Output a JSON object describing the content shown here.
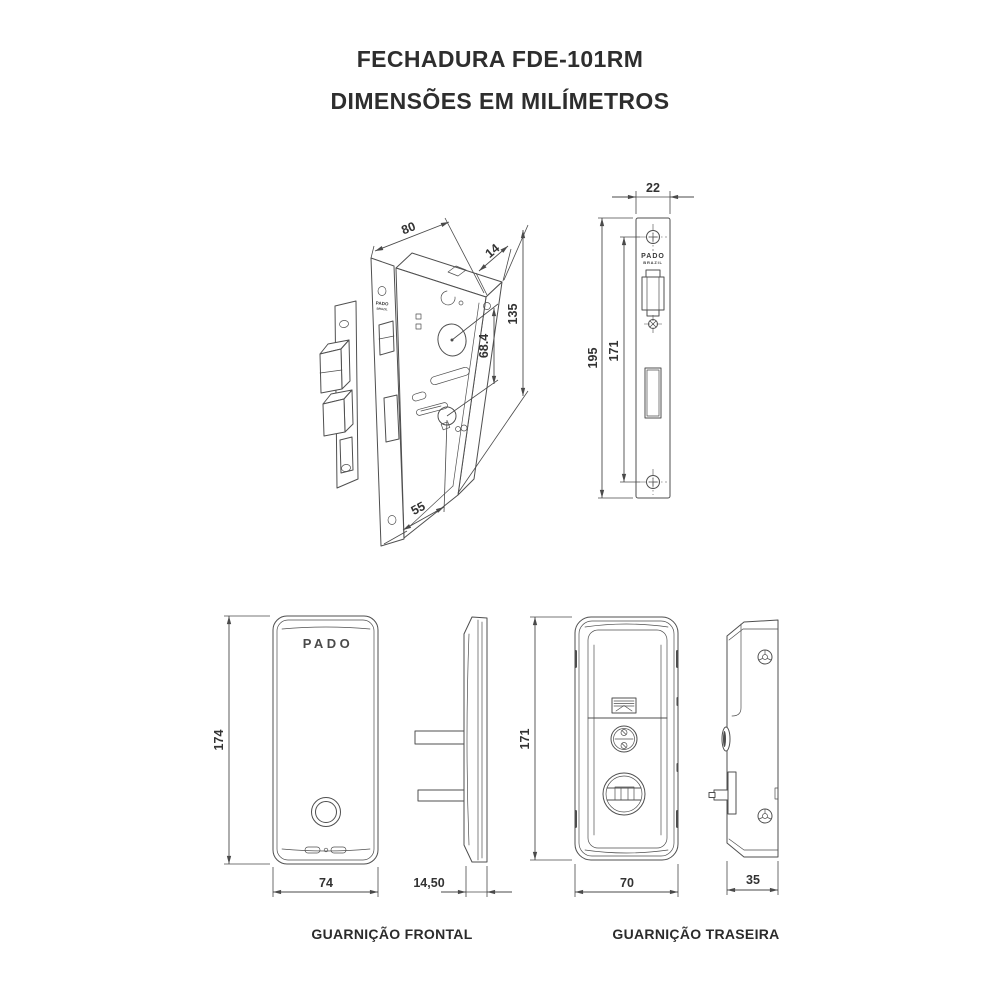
{
  "title": "FECHADURA FDE-101RM",
  "subtitle": "DIMENSÕES EM MILÍMETROS",
  "colors": {
    "line": "#4f4f4f",
    "text": "#333333",
    "background": "#ffffff"
  },
  "views": {
    "lock_body_iso": {
      "dims": {
        "case_depth": "80",
        "case_thickness": "14",
        "case_height": "135",
        "hub_to_cylinder": "68.4",
        "backset": "55"
      }
    },
    "faceplate": {
      "logo_line1": "PADO",
      "logo_line2": "BRAZIL",
      "dims": {
        "width": "22",
        "height": "195",
        "screw_spacing": "171"
      }
    },
    "front_escutcheon": {
      "caption": "GUARNIÇÃO FRONTAL",
      "logo": "PADO",
      "dims": {
        "height": "174",
        "width": "74",
        "depth": "14,50"
      }
    },
    "rear_escutcheon": {
      "caption": "GUARNIÇÃO TRASEIRA",
      "dims": {
        "height": "171",
        "width": "70",
        "depth": "35"
      }
    }
  }
}
